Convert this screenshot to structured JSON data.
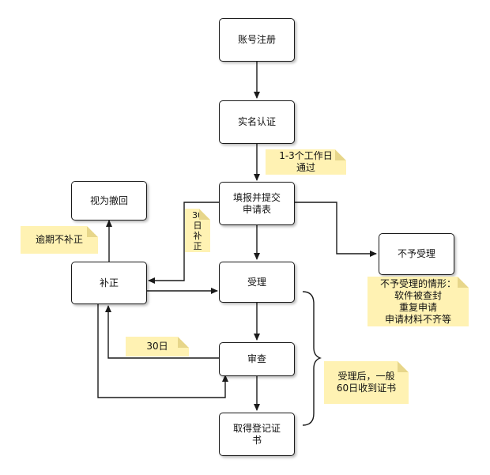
{
  "nodes": {
    "register": "账号注册",
    "realname": "实名认证",
    "submit": "填报并提交\n申请表",
    "accept": "受理",
    "review": "审查",
    "certificate": "取得登记证\n书",
    "correction": "补正",
    "withdrawn": "视为撤回",
    "reject": "不予受理"
  },
  "notes": {
    "approval_time": "1-3个工作日\n通过",
    "overdue": "逾期不补正",
    "correction_days": "30\n日\n补\n正",
    "review_days": "30日",
    "reject_reasons": "不予受理的情形：\n软件被查封\n重复申请\n申请材料不齐等",
    "issue_time": "受理后，一般\n60日收到证书"
  },
  "colors": {
    "note_fill": "#fff2b3",
    "stroke": "#1a1a1a"
  }
}
